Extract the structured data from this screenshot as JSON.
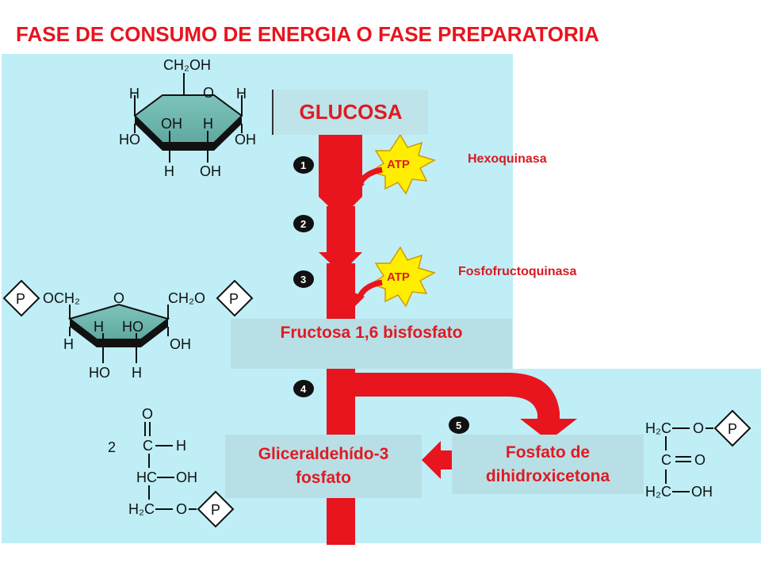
{
  "title": "FASE DE CONSUMO DE ENERGIA O FASE PREPARATORIA",
  "boxes": {
    "glucose": "GLUCOSA",
    "fructose": "Fructosa 1,6 bisfosfato",
    "gap_line1": "Gliceraldehído-3",
    "gap_line2": "fosfato",
    "dhap_line1": "Fosfato de",
    "dhap_line2": "dihidroxicetona"
  },
  "enzymes": {
    "step1": "Hexoquinasa",
    "step3": "Fosfofructoquinasa"
  },
  "atp_label": "ATP",
  "steps": [
    "1",
    "2",
    "3",
    "4",
    "5"
  ],
  "phosphate_label": "P",
  "glucose_struct": {
    "top": "CH₂OH",
    "ring_o": "O",
    "h_left": "H",
    "h_right": "H",
    "ho_left": "HO",
    "oh_right": "OH",
    "oh_inner": "OH",
    "h_inner": "H",
    "h_bottom": "H",
    "oh_bottom": "OH"
  },
  "fructose_struct": {
    "left_group": "OCH₂",
    "right_group": "CH₂O",
    "ring_o": "O",
    "h_left": "H",
    "ho_inner": "HO",
    "h_inner": "H",
    "h_outer_left": "H",
    "oh_right": "OH",
    "ho_bottom": "HO",
    "h_bottom": "H"
  },
  "gap_struct": {
    "coefficient": "2",
    "o_top": "O",
    "c_top": "C",
    "h_right": "H",
    "hc": "HC",
    "oh": "OH",
    "h2c": "H₂C",
    "o_link": "O"
  },
  "dhap_struct": {
    "h2c_top": "H₂C",
    "o_link": "O",
    "c_mid": "C",
    "o_mid": "O",
    "h2c_bottom": "H₂C",
    "oh": "OH"
  },
  "colors": {
    "title": "#e8141e",
    "panel": "#bfeef6",
    "arrow": "#e8141e",
    "box": "#b9dfe6",
    "ring": "#5fa8a0",
    "atp_star": "#ffee00"
  }
}
